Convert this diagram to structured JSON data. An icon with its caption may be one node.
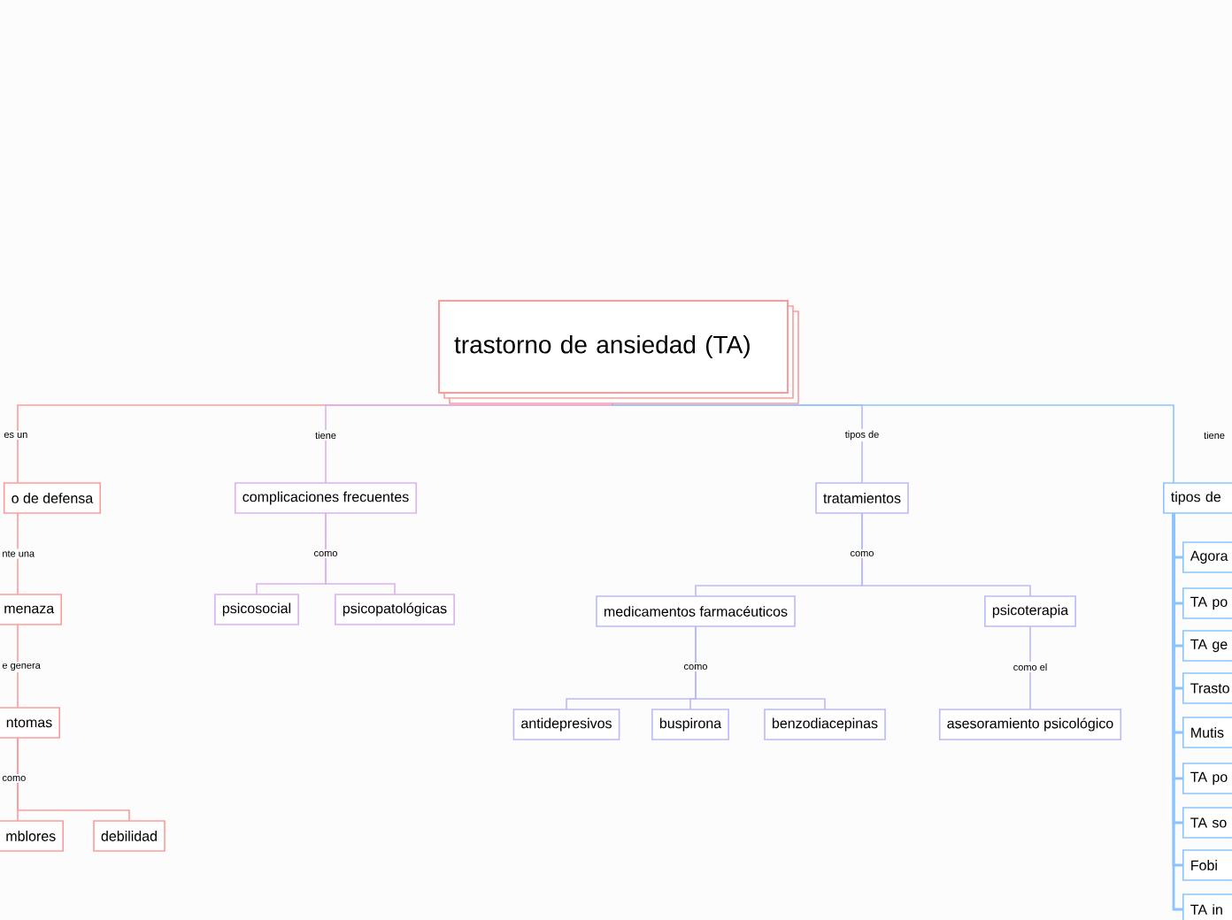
{
  "diagram": {
    "nodes": [
      {
        "text": [
          "trastorno de ansiedad (TA)"
        ]
      },
      {
        "text": [
          "o de defensa"
        ]
      },
      {
        "text": [
          "complicaciones frecuentes"
        ]
      },
      {
        "text": [
          "tratamientos"
        ]
      },
      {
        "text": [
          "tipos de"
        ]
      },
      {
        "text": [
          "menaza"
        ]
      },
      {
        "text": [
          "psicosocial"
        ]
      },
      {
        "text": [
          "psicopatológicas"
        ]
      },
      {
        "text": [
          "medicamentos farmacéuticos"
        ]
      },
      {
        "text": [
          "psicoterapia"
        ]
      },
      {
        "text": [
          "ntomas"
        ]
      },
      {
        "text": [
          "antidepresivos"
        ]
      },
      {
        "text": [
          "buspirona"
        ]
      },
      {
        "text": [
          "benzodiacepinas"
        ]
      },
      {
        "text": [
          "asesoramiento psicológico"
        ]
      },
      {
        "text": [
          "mblores"
        ]
      },
      {
        "text": [
          "debilidad"
        ]
      },
      {
        "text": [
          "Agora"
        ]
      },
      {
        "text": [
          "TA po"
        ]
      },
      {
        "text": [
          "TA ge"
        ]
      },
      {
        "text": [
          "Trasto"
        ]
      },
      {
        "text": [
          "Mutis"
        ]
      },
      {
        "text": [
          "TA po"
        ]
      },
      {
        "text": [
          "TA so"
        ]
      },
      {
        "text": [
          "Fobi"
        ]
      },
      {
        "text": [
          "TA in"
        ]
      }
    ],
    "edges": [
      {
        "from": 0,
        "to": 1,
        "arrow": "none",
        "label": "es un",
        "color": "#ff9a9a"
      },
      {
        "from": 0,
        "to": 2,
        "arrow": "none",
        "label": "tiene",
        "color": "#dcb0f2"
      },
      {
        "from": 0,
        "to": 3,
        "arrow": "none",
        "label": "tipos de",
        "color": "#b9b9ff"
      },
      {
        "from": 0,
        "to": 4,
        "arrow": "none",
        "label": "tiene"
      },
      {
        "from": 1,
        "to": 5,
        "arrow": "none",
        "label": "nte una",
        "color": "#ff9a9a"
      },
      {
        "from": 2,
        "to": 6,
        "arrow": "none",
        "label": "como",
        "color": "#dcb0f2"
      },
      {
        "from": 2,
        "to": 7,
        "arrow": "none",
        "color": "#dcb0f2"
      },
      {
        "from": 3,
        "to": 8,
        "arrow": "none",
        "label": "como",
        "color": "#b9b9ff"
      },
      {
        "from": 3,
        "to": 9,
        "arrow": "none",
        "color": "#b9b9ff"
      },
      {
        "from": 5,
        "to": 10,
        "arrow": "none",
        "label": "e genera",
        "color": "#ff9a9a"
      },
      {
        "from": 8,
        "to": 11,
        "arrow": "none",
        "label": "como",
        "color": "#b9b9ff"
      },
      {
        "from": 8,
        "to": 12,
        "arrow": "none",
        "color": "#b9b9ff"
      },
      {
        "from": 8,
        "to": 13,
        "arrow": "none",
        "color": "#b9b9ff"
      },
      {
        "from": 9,
        "to": 14,
        "arrow": "none",
        "label": "como el",
        "color": "#b9b9ff"
      },
      {
        "from": 10,
        "to": 15,
        "arrow": "none",
        "label": "como",
        "color": "#ff9a9a"
      },
      {
        "from": 10,
        "to": 16,
        "arrow": "none",
        "color": "#ff9a9a"
      },
      {
        "from": 4,
        "to": 17,
        "arrow": "none"
      },
      {
        "from": 4,
        "to": 18,
        "arrow": "none"
      },
      {
        "from": 4,
        "to": 19,
        "arrow": "none"
      },
      {
        "from": 4,
        "to": 20,
        "arrow": "none"
      },
      {
        "from": 4,
        "to": 21,
        "arrow": "none"
      },
      {
        "from": 4,
        "to": 22,
        "arrow": "none"
      },
      {
        "from": 4,
        "to": 23,
        "arrow": "none"
      },
      {
        "from": 4,
        "to": 24,
        "arrow": "none"
      },
      {
        "from": 4,
        "to": 25,
        "arrow": "none"
      }
    ]
  }
}
